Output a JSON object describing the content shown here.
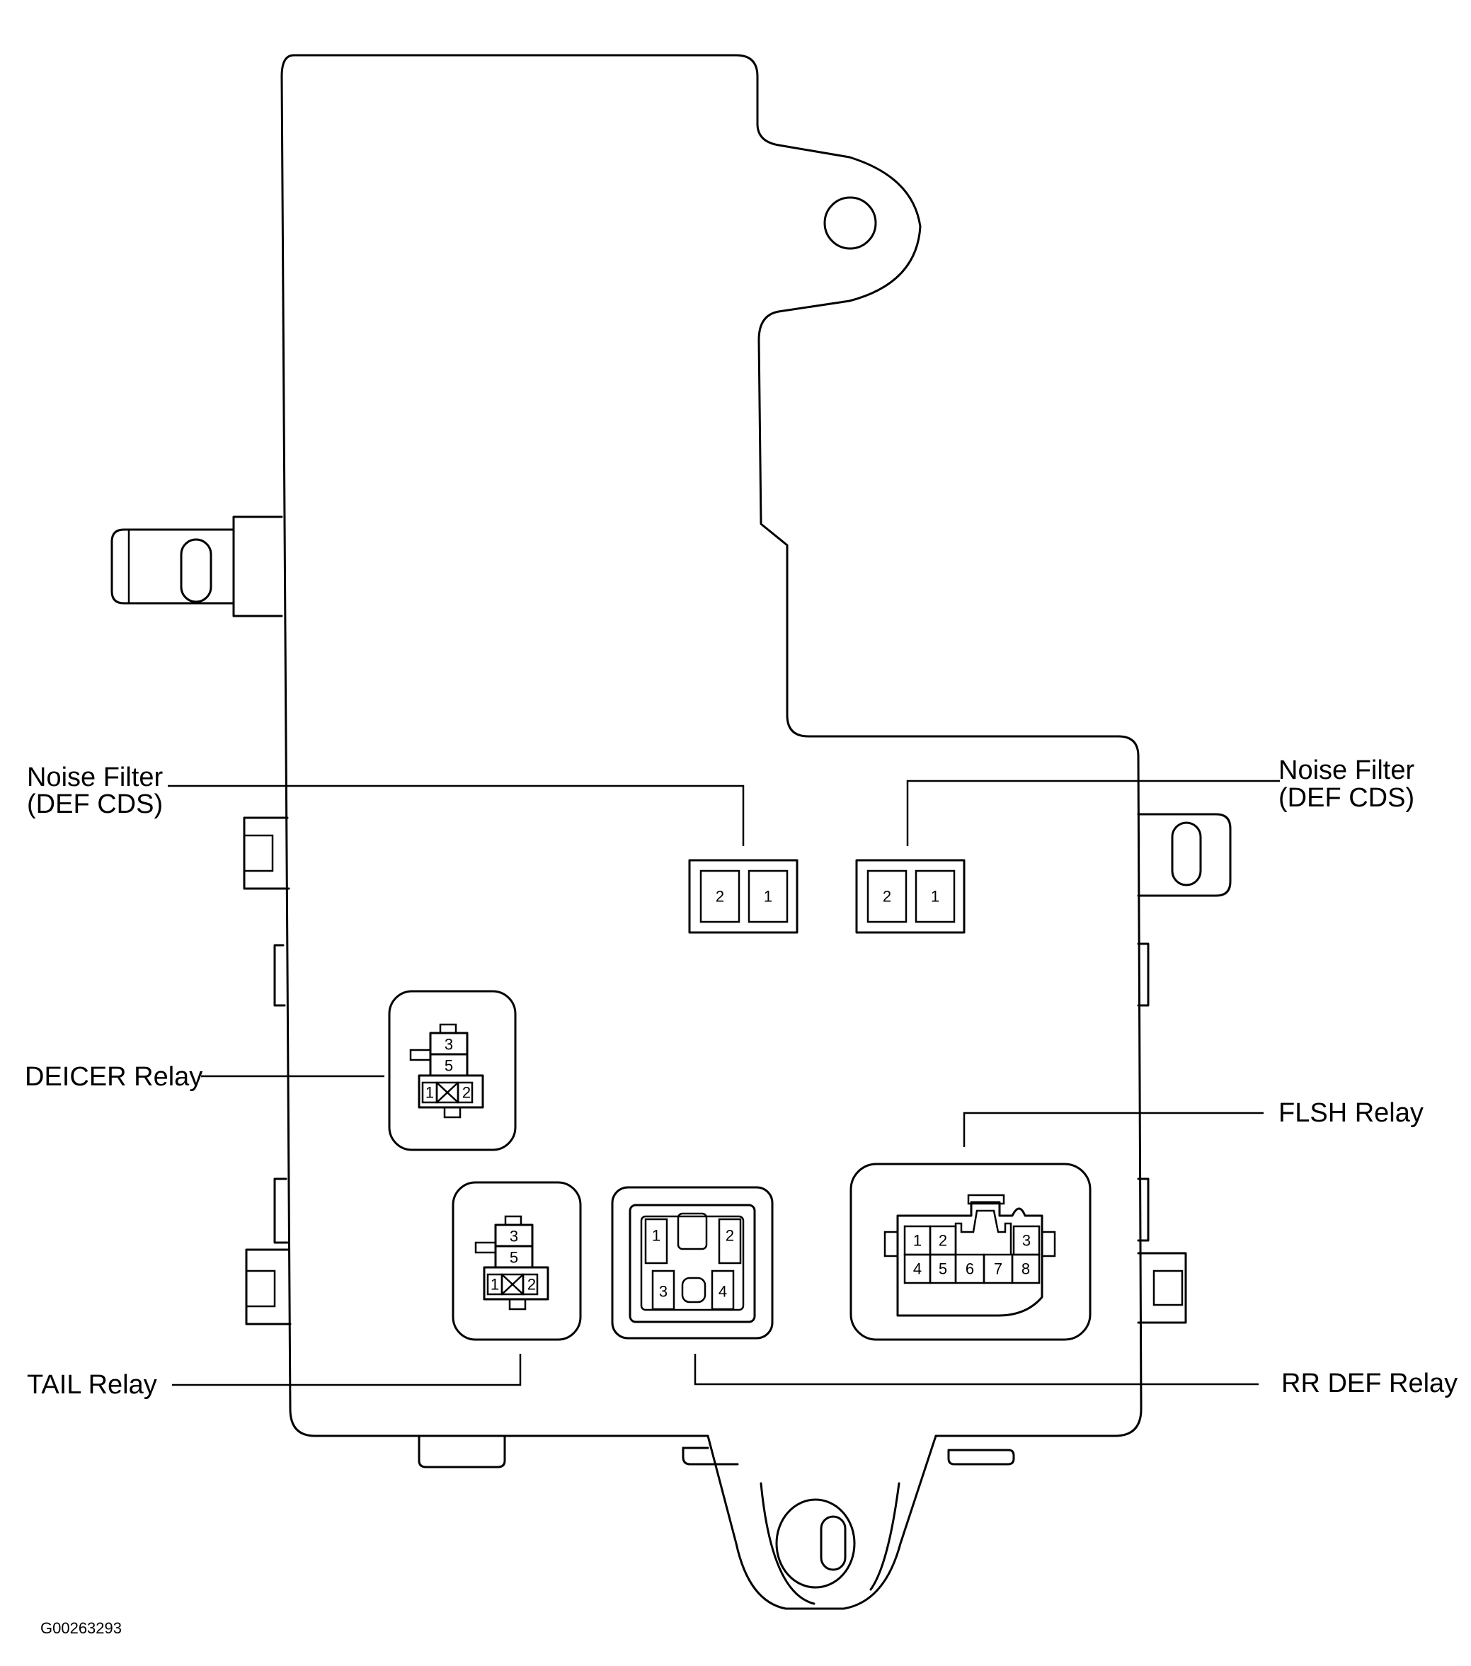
{
  "labels": {
    "noise_filter_left": [
      "Noise Filter",
      "(DEF CDS)"
    ],
    "noise_filter_right": [
      "Noise Filter",
      "(DEF CDS)"
    ],
    "deicer_relay": "DEICER Relay",
    "flsh_relay": "FLSH Relay",
    "tail_relay": "TAIL Relay",
    "rr_def_relay": "RR DEF Relay"
  },
  "figure_code": "G00263293",
  "connectors": {
    "noise_filter_left_pins": [
      "2",
      "1"
    ],
    "noise_filter_right_pins": [
      "2",
      "1"
    ],
    "deicer_relay_pins": [
      "3",
      "5",
      "1",
      "2"
    ],
    "tail_relay_pins": [
      "3",
      "5",
      "1",
      "2"
    ],
    "rr_def_relay_pins": [
      "1",
      "2",
      "3",
      "4"
    ],
    "flsh_relay_pins": [
      "1",
      "2",
      "3",
      "4",
      "5",
      "6",
      "7",
      "8"
    ]
  }
}
